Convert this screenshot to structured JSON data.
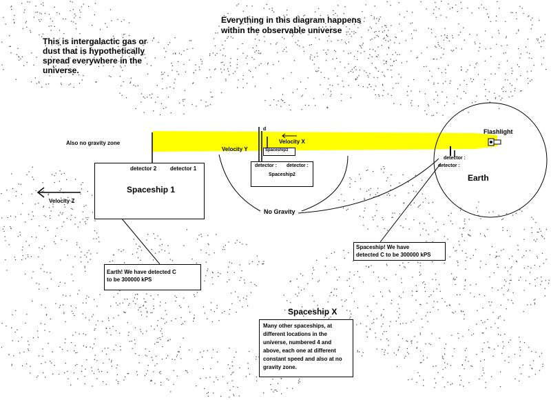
{
  "colors": {
    "beam": "#ffff00",
    "ink": "#000000",
    "dust": "#333333",
    "background": "#ffffff"
  },
  "texts": {
    "universe_note_1": "Everything  in this diagram happens",
    "universe_note_2": "within the observable universe",
    "gas_note_1": "This is intergalactic gas or",
    "gas_note_2": "dust that is hypothetically",
    "gas_note_3": "spread everywhere in the",
    "gas_note_4": "universe.",
    "no_gravity_zone": "Also no gravity zone",
    "velocity_x": "Velocity X",
    "velocity_y": "Velocity Y",
    "velocity_z": "Velocity  Z",
    "flashlight": "Flashlight",
    "earth": "Earth",
    "no_gravity": "No Gravity",
    "spaceship_x": "Spaceship X"
  },
  "spaceship1": {
    "title": "Spaceship 1",
    "detector_2": "detector 2",
    "detector_1": "detector 1",
    "callout_1": "Earth! We have detected C",
    "callout_2": "to be 300000 kPS"
  },
  "spaceship2": {
    "title": "Spaceship2",
    "label": "Spaceship3",
    "detector_left": "detector :",
    "detector_right": "detector :",
    "small_mark": "d"
  },
  "earth_site": {
    "detector_a": "detector :",
    "detector_b": "detector :",
    "callout_1": "Spaceship! We have",
    "callout_2": "detected C to be 300000 kPS"
  },
  "spaceship_x": {
    "lines": [
      "Many other spaceships, at",
      "different locations in the",
      "universe, numbered 4 and",
      "above, each one at different",
      "constant speed and also at no",
      "gravity zone."
    ]
  }
}
